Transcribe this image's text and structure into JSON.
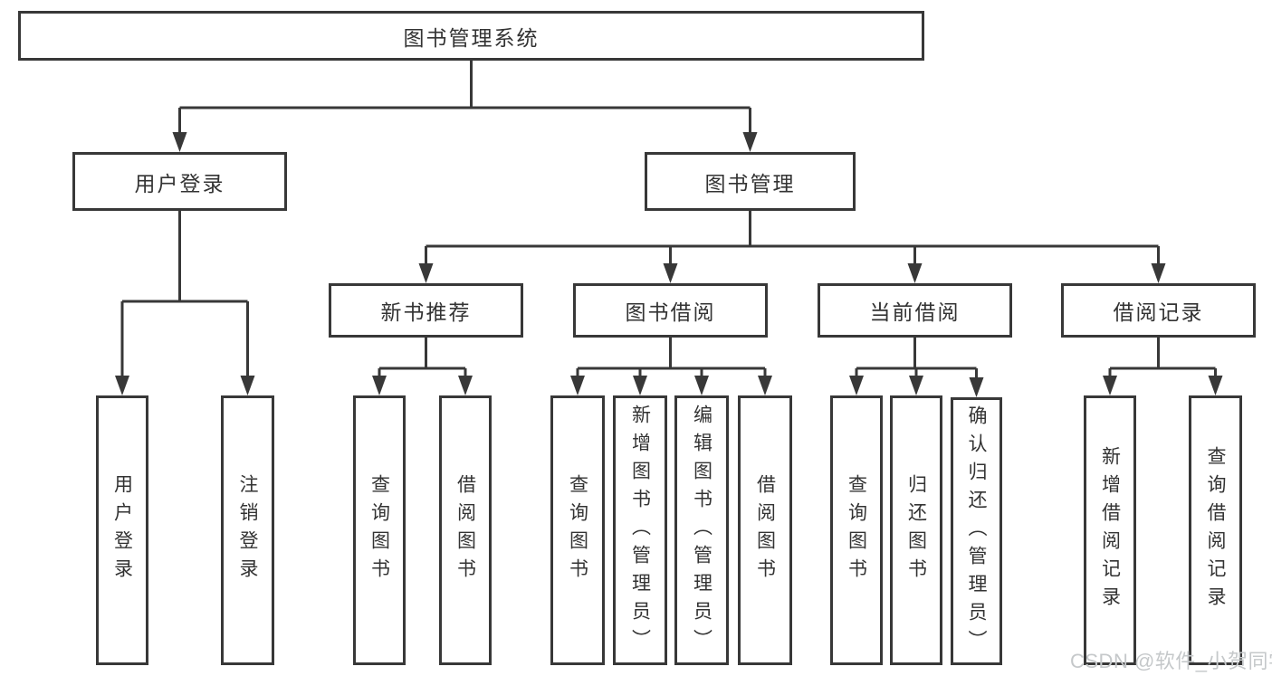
{
  "tree": {
    "root": {
      "label": "图书管理系统"
    },
    "branches": [
      {
        "label": "用户登录",
        "children": [
          {
            "label": "用户登录"
          },
          {
            "label": "注销登录"
          }
        ]
      },
      {
        "label": "图书管理",
        "children": [
          {
            "label": "新书推荐",
            "children": [
              {
                "label": "查询图书"
              },
              {
                "label": "借阅图书"
              }
            ]
          },
          {
            "label": "图书借阅",
            "children": [
              {
                "label": "查询图书"
              },
              {
                "label": "新增图书（管理员）"
              },
              {
                "label": "编辑图书（管理员）"
              },
              {
                "label": "借阅图书"
              }
            ]
          },
          {
            "label": "当前借阅",
            "children": [
              {
                "label": "查询图书"
              },
              {
                "label": "归还图书"
              },
              {
                "label": "确认归还（管理员）"
              }
            ]
          },
          {
            "label": "借阅记录",
            "children": [
              {
                "label": "新增借阅记录"
              },
              {
                "label": "查询借阅记录"
              }
            ]
          }
        ]
      }
    ]
  },
  "watermark": {
    "text": "CSDN @软件_小贺同学"
  },
  "colors": {
    "line": "#383838",
    "border": "#383838",
    "text": "#333333",
    "watermark": "#c5c8ca",
    "background": "#ffffff"
  }
}
